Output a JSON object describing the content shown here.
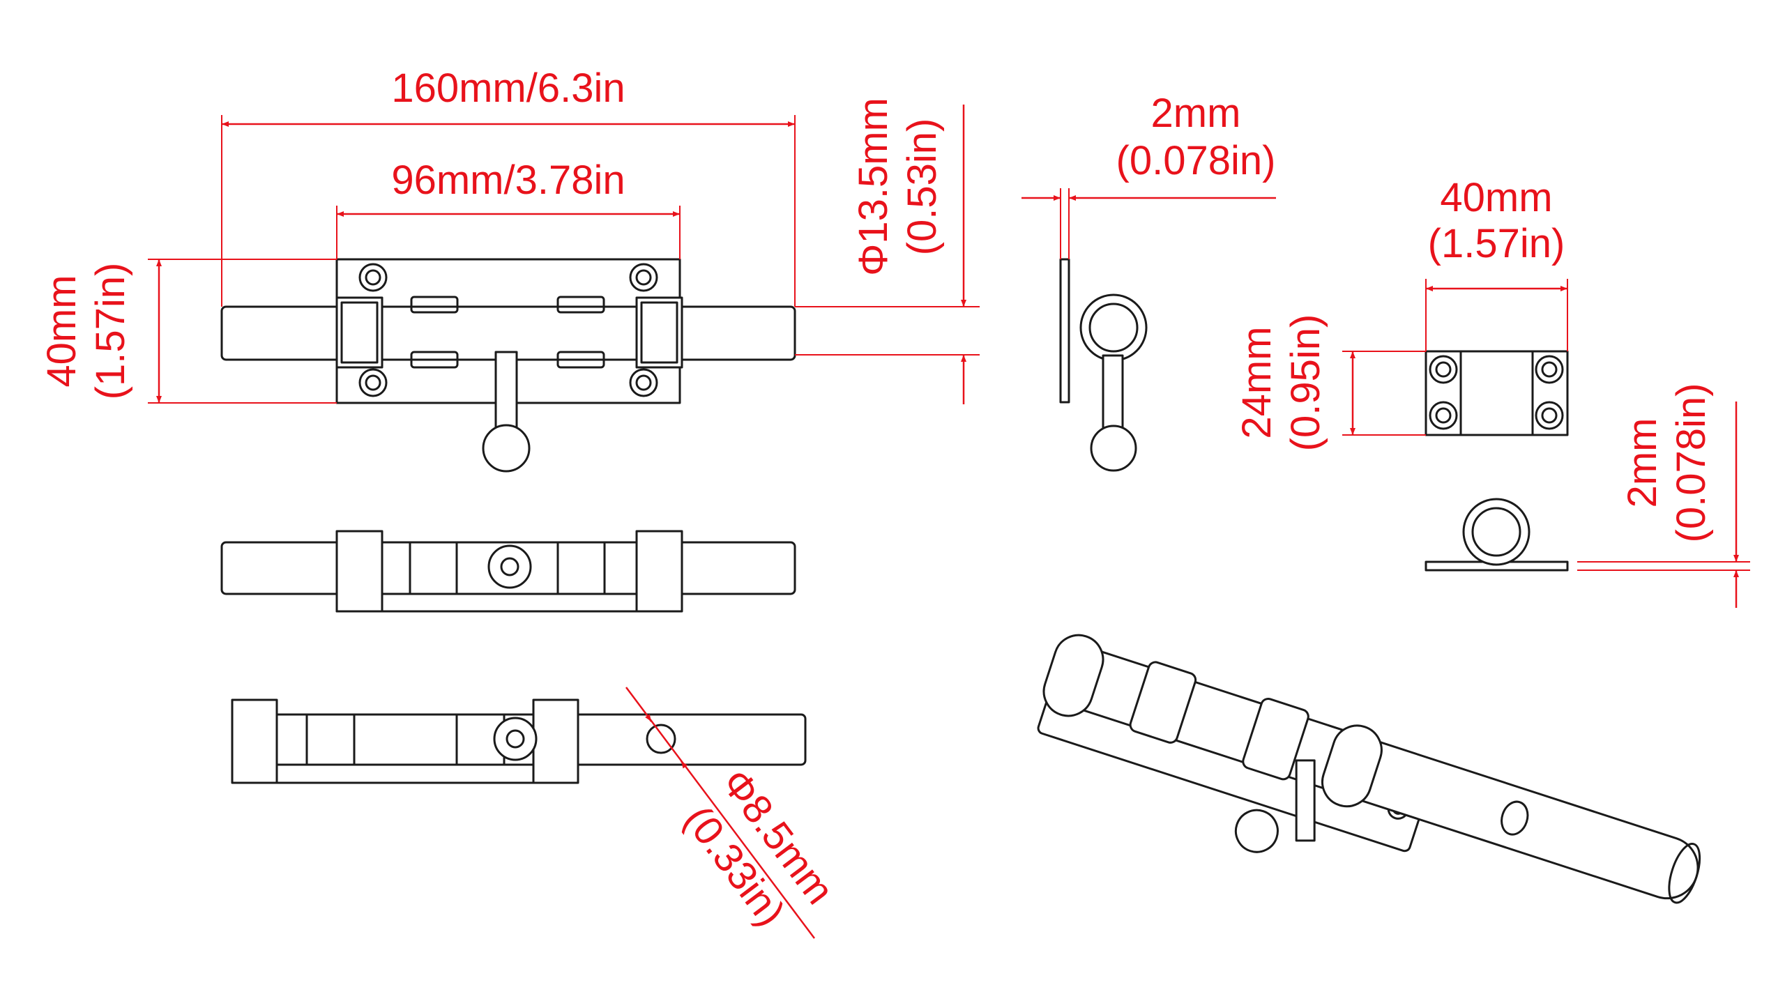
{
  "colors": {
    "dimension": "#e8121b",
    "outline": "#1a1a1a",
    "background": "#ffffff"
  },
  "dimensions": {
    "overall_length": "160mm/6.3in",
    "plate_length": "96mm/3.78in",
    "height_mm": "40mm",
    "height_in": "(1.57in)",
    "bolt_dia_mm": "Φ13.5mm",
    "bolt_dia_in": "(0.53in)",
    "sheet_thick_mm": "2mm",
    "sheet_thick_in": "(0.078in)",
    "keeper_width_mm": "40mm",
    "keeper_width_in": "(1.57in)",
    "keeper_height_mm": "24mm",
    "keeper_height_in": "(0.95in)",
    "keeper_thick_mm": "2mm",
    "keeper_thick_in": "(0.078in)",
    "hole_dia_mm": "Φ8.5mm",
    "hole_dia_in": "(0.33in)"
  }
}
